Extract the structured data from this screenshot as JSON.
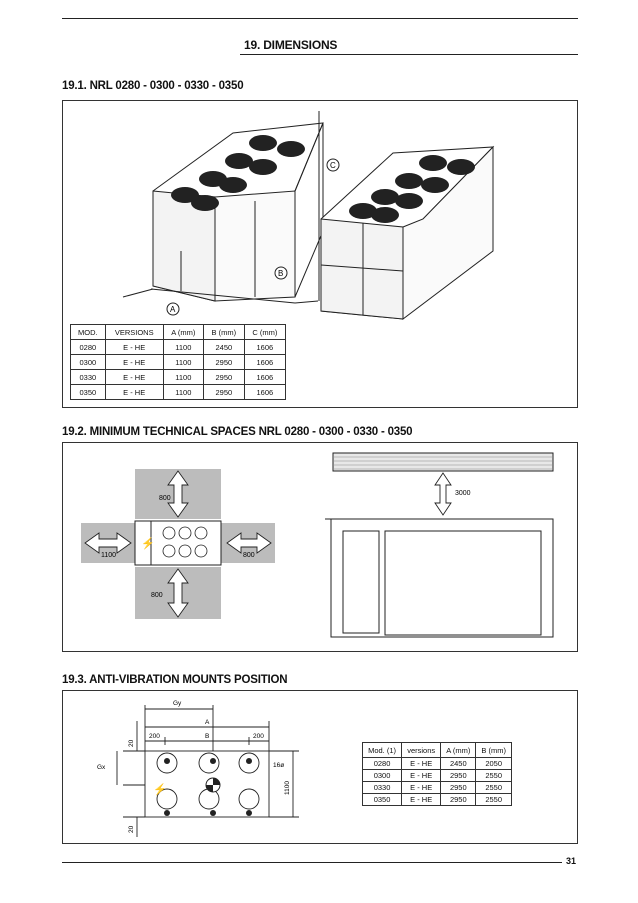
{
  "header": {
    "title": "19.  DIMENSIONS"
  },
  "sections": {
    "s1": "19.1. NRL 0280 - 0300 - 0330 - 0350",
    "s2": "19.2. MINIMUM TECHNICAL SPACES NRL 0280 - 0300 - 0330 - 0350",
    "s3": "19.3. ANTI-VIBRATION MOUNTS POSITION"
  },
  "fig1": {
    "callout_a": "A",
    "callout_b": "B",
    "callout_c": "C"
  },
  "table1": {
    "headers": [
      "MOD.",
      "VERSIONS",
      "A (mm)",
      "B (mm)",
      "C (mm)"
    ],
    "rows": [
      [
        "0280",
        "E - HE",
        "1100",
        "2450",
        "1606"
      ],
      [
        "0300",
        "E - HE",
        "1100",
        "2950",
        "1606"
      ],
      [
        "0330",
        "E - HE",
        "1100",
        "2950",
        "1606"
      ],
      [
        "0350",
        "E - HE",
        "1100",
        "2950",
        "1606"
      ]
    ]
  },
  "spaces": {
    "top": "800",
    "left": "1100",
    "right": "800",
    "bottom": "800",
    "above": "3000"
  },
  "mounts": {
    "gy": "Gy",
    "gx": "Gx",
    "a": "A",
    "b": "B",
    "d200_left": "200",
    "d200_right": "200",
    "d20_top": "20",
    "d20_bottom": "20",
    "d1100": "1100",
    "hole": "16ø"
  },
  "table2": {
    "headers": [
      "Mod. (1)",
      "versions",
      "A (mm)",
      "B (mm)"
    ],
    "rows": [
      [
        "0280",
        "E - HE",
        "2450",
        "2050"
      ],
      [
        "0300",
        "E - HE",
        "2950",
        "2550"
      ],
      [
        "0330",
        "E - HE",
        "2950",
        "2550"
      ],
      [
        "0350",
        "E - HE",
        "2950",
        "2550"
      ]
    ]
  },
  "footer": {
    "page_number": "31"
  }
}
